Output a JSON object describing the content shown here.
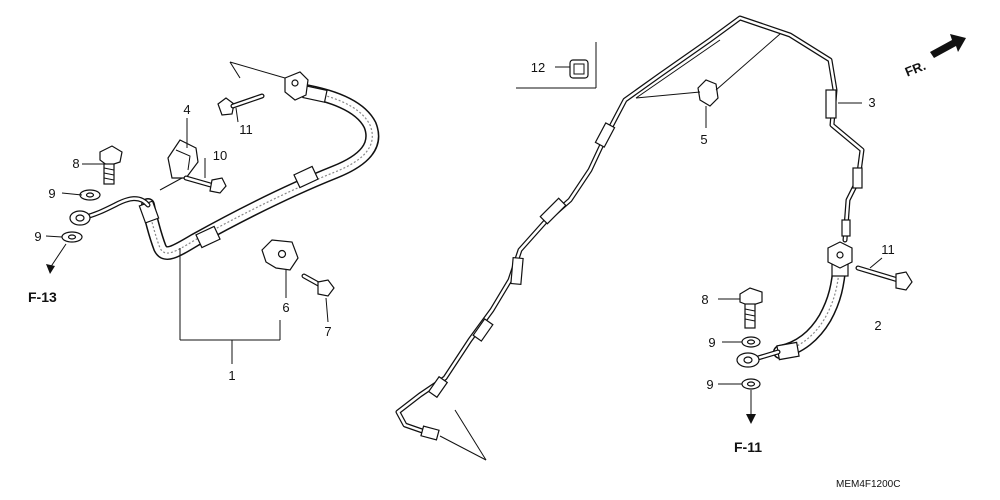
{
  "diagram": {
    "callouts": {
      "c1": "1",
      "c2": "2",
      "c3": "3",
      "c4": "4",
      "c5": "5",
      "c6": "6",
      "c7": "7",
      "c8a": "8",
      "c8b": "8",
      "c9a": "9",
      "c9b": "9",
      "c9c": "9",
      "c9d": "9",
      "c10": "10",
      "c11a": "11",
      "c11b": "11",
      "c12": "12"
    },
    "references": {
      "f13": "F-13",
      "f11": "F-11"
    },
    "direction": "FR.",
    "drawing_code": "MEM4F1200C"
  }
}
